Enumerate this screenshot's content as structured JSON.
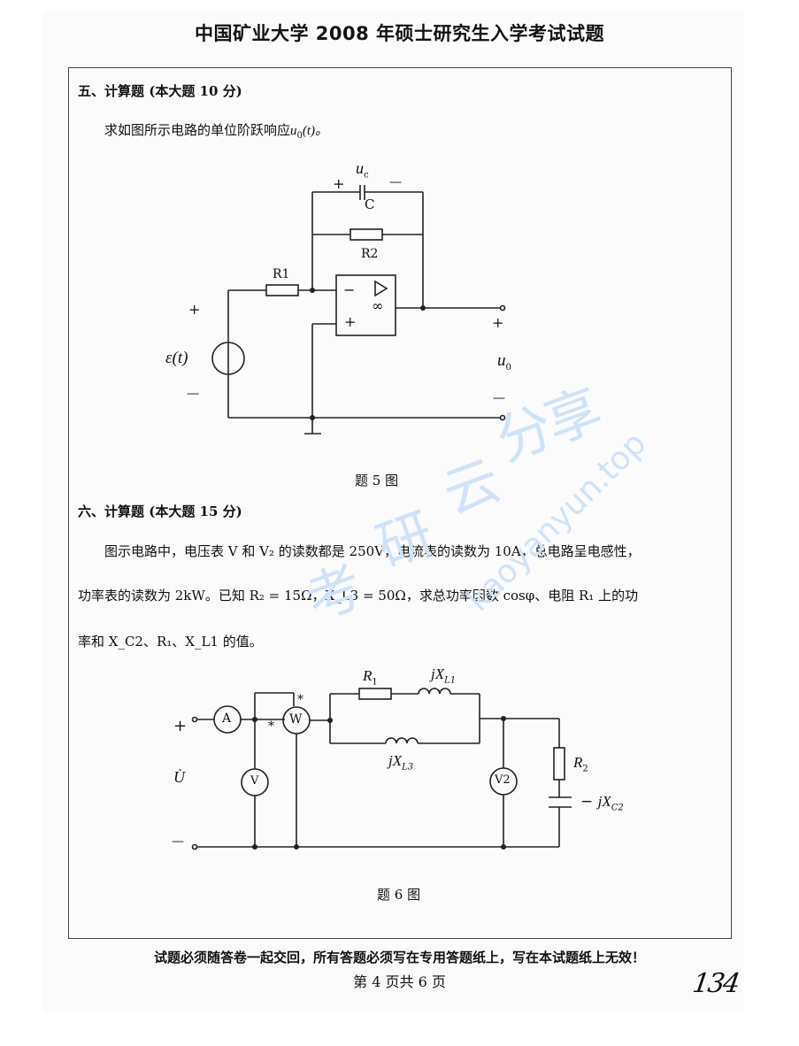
{
  "page": {
    "title": "中国矿业大学 2008 年硕士研究生入学考试试题",
    "footer_notice": "试题必须随答卷一起交回，所有答题必须写在专用答题纸上，写在本试题纸上无效！",
    "page_number": "第 4 页共 6 页",
    "handwritten_number": "134"
  },
  "problem5": {
    "heading": "五、计算题 (本大题 10 分)",
    "prompt_prefix": "求如图所示电路的单位阶跃响应",
    "prompt_var": "u",
    "prompt_sub": "0",
    "prompt_suffix": "(t)。",
    "caption": "题 5 图",
    "figure": {
      "capacitor_label": "C",
      "capacitor_voltage": "u",
      "capacitor_voltage_sub": "c",
      "cap_plus": "+",
      "cap_minus": "—",
      "r1_label": "R1",
      "r2_label": "R2",
      "opamp_minus": "−",
      "opamp_plus": "+",
      "opamp_gain": "∞",
      "source_label": "ε(t)",
      "source_plus": "+",
      "source_minus": "—",
      "output_label": "u",
      "output_sub": "0",
      "output_plus": "+",
      "output_minus": "—"
    }
  },
  "problem6": {
    "heading": "六、计算题 (本大题 15 分)",
    "line1": "图示电路中，电压表 V 和 V₂ 的读数都是 250V，电流表的读数为 10A，总电路呈电感性，",
    "line2": "功率表的读数为 2kW。已知 R₂ = 15Ω，X_L3 = 50Ω，求总功率因数 cosφ、电阻 R₁ 上的功",
    "line3": "率和 X_C2、R₁、X_L1 的值。",
    "caption": "题 6 图",
    "figure": {
      "ammeter": "A",
      "wattmeter": "W",
      "voltmeter": "V",
      "voltmeter2": "V2",
      "r1_label": "R1",
      "xl1_label": "jX L1",
      "xl3_label": "jX L3",
      "r2_label": "R2",
      "xc2_label": "− jX C2",
      "source_label": "U̇",
      "plus": "+",
      "minus": "—",
      "star": "*"
    }
  },
  "watermark": {
    "chars": [
      "考",
      "研",
      "云",
      "分",
      "享"
    ],
    "url": "kaoyanyun.top",
    "color": "#cfe2f7"
  }
}
